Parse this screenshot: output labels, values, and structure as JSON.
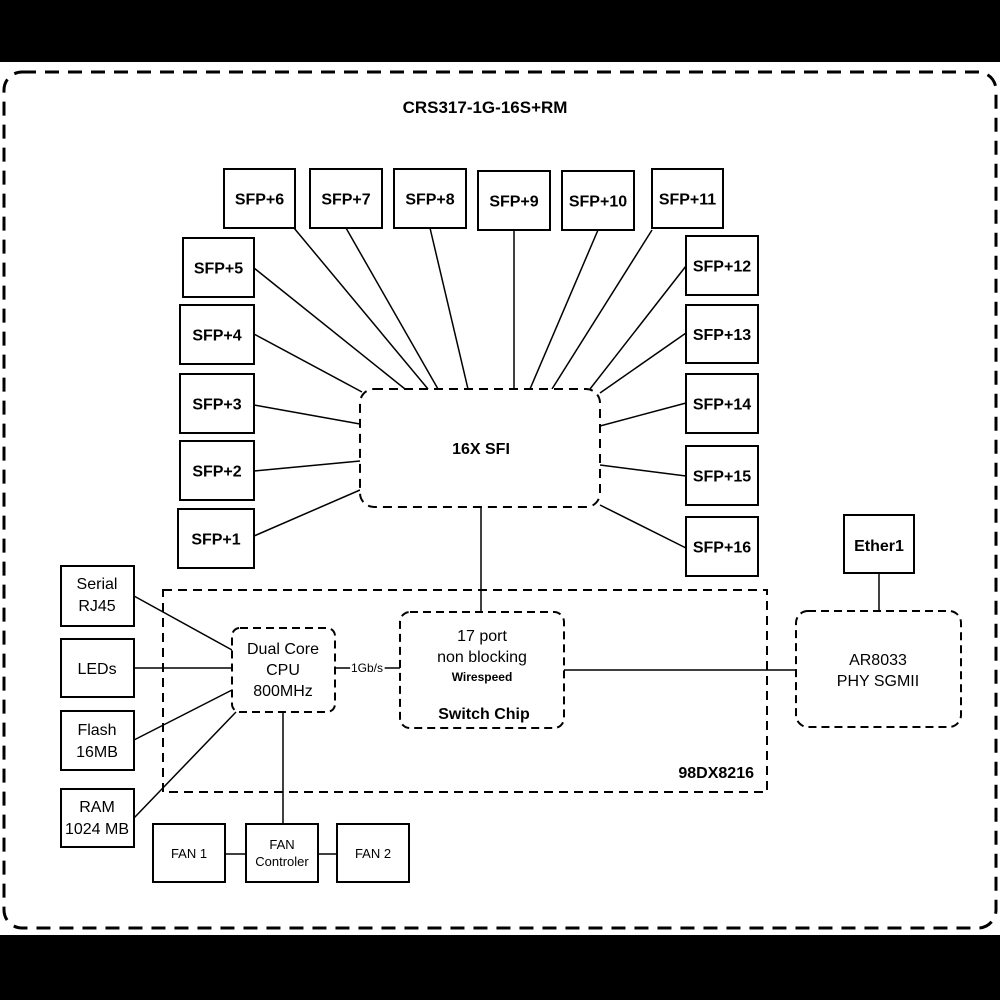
{
  "colors": {
    "background": "#000000",
    "canvas": "#ffffff",
    "ink": "#000000"
  },
  "title": "CRS317-1G-16S+RM",
  "sfp_ports": [
    "SFP+1",
    "SFP+2",
    "SFP+3",
    "SFP+4",
    "SFP+5",
    "SFP+6",
    "SFP+7",
    "SFP+8",
    "SFP+9",
    "SFP+10",
    "SFP+11",
    "SFP+12",
    "SFP+13",
    "SFP+14",
    "SFP+15",
    "SFP+16"
  ],
  "sfi_block": {
    "label": "16X SFI"
  },
  "soc_block": {
    "label": "98DX8216"
  },
  "cpu": {
    "line1": "Dual Core",
    "line2": "CPU",
    "line3": "800MHz"
  },
  "switch_chip": {
    "line1": "17 port",
    "line2": "non blocking",
    "line3": "Wirespeed",
    "line4": "Switch Chip"
  },
  "cpu_link": {
    "label": "1Gb/s"
  },
  "phy": {
    "line1": "AR8033",
    "line2": "PHY SGMII"
  },
  "ether": {
    "label": "Ether1"
  },
  "peripherals": {
    "serial": {
      "line1": "Serial",
      "line2": "RJ45"
    },
    "leds": {
      "line1": "LEDs"
    },
    "flash": {
      "line1": "Flash",
      "line2": "16MB"
    },
    "ram": {
      "line1": "RAM",
      "line2": "1024 MB"
    }
  },
  "fans": {
    "fan1": "FAN 1",
    "fan2": "FAN 2",
    "controller_line1": "FAN",
    "controller_line2": "Controler"
  }
}
